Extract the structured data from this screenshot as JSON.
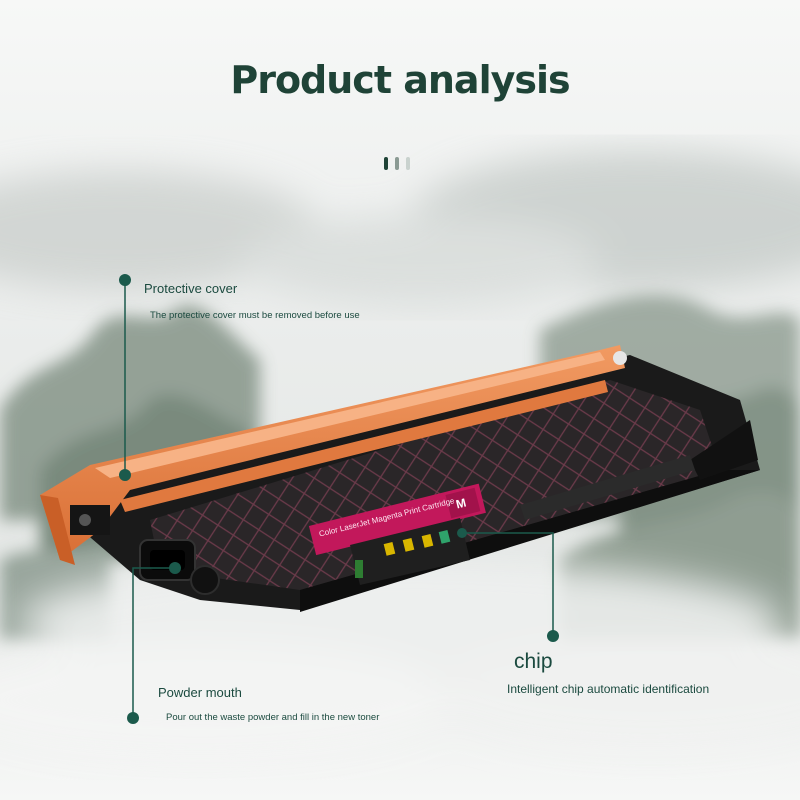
{
  "page": {
    "title": "Product analysis",
    "indicator": [
      "#1f4337",
      "#8a9a93",
      "#c9d2ce"
    ]
  },
  "callouts": {
    "protective_cover": {
      "title": "Protective cover",
      "desc": "The protective cover must be removed before use"
    },
    "powder_mouth": {
      "title": "Powder mouth",
      "desc": "Pour out the waste powder and fill in the new toner"
    },
    "chip": {
      "title": "chip",
      "desc": "Intelligent chip automatic identification"
    }
  },
  "product": {
    "label_text": "Color LaserJet Magenta Print Cartridge",
    "badge": "M"
  },
  "colors": {
    "accent": "#1b5a4c",
    "cover": "#e8834a",
    "body": "#1b1b1b",
    "label": "#c2185b"
  }
}
